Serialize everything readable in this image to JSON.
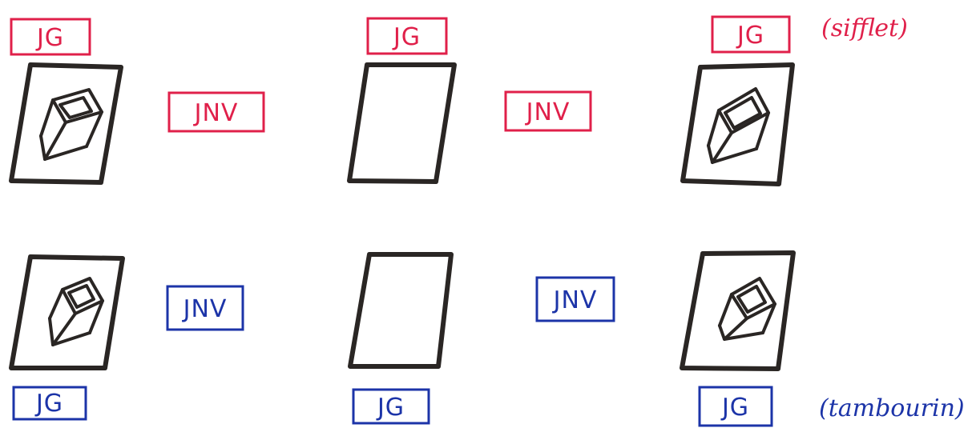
{
  "colors": {
    "ink": "#2a2624",
    "red": "#e0204a",
    "blue": "#1c34a8",
    "background": "#ffffff"
  },
  "rows": [
    {
      "id": "top",
      "color": "red",
      "panels": [
        {
          "top_label": "JG",
          "card": "box"
        },
        {
          "top_label": "JG",
          "card": "empty"
        },
        {
          "top_label": "JG",
          "card": "box"
        }
      ],
      "middle_labels": [
        "JNV",
        "JNV"
      ],
      "note": "(sifflet)"
    },
    {
      "id": "bottom",
      "color": "blue",
      "panels": [
        {
          "bottom_label": "JG",
          "card": "box"
        },
        {
          "bottom_label": "JG",
          "card": "empty"
        },
        {
          "bottom_label": "JG",
          "card": "box"
        }
      ],
      "middle_labels": [
        "JNV",
        "JNV"
      ],
      "note": "(tambourin)"
    }
  ]
}
